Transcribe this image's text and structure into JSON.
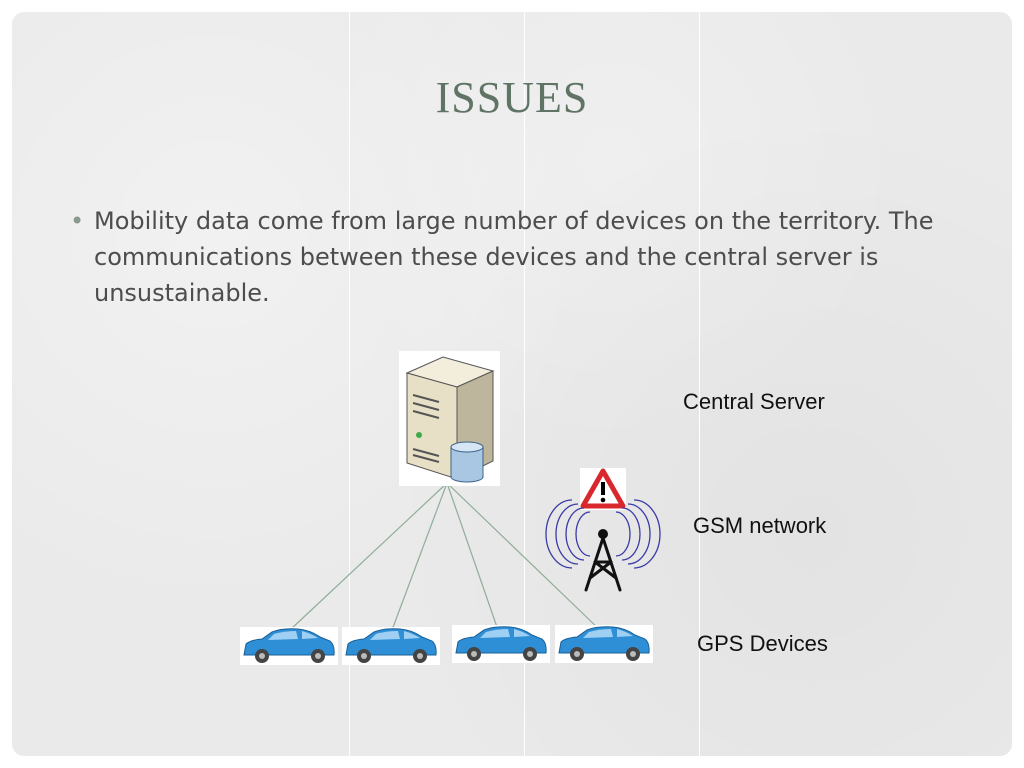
{
  "slide": {
    "title": "ISSUES",
    "bullet_text": "Mobility data come from large number of devices on the territory. The communications between these devices and the central server is unsustainable."
  },
  "diagram": {
    "labels": {
      "server": "Central Server",
      "network": "GSM network",
      "devices": "GPS Devices"
    },
    "icons": {
      "server": "server-icon",
      "tower": "gsm-tower-icon",
      "warning": "warning-icon",
      "car": "car-icon"
    },
    "car_count": 4,
    "colors": {
      "title": "#5f7464",
      "car": "#2e8fd6",
      "warning": "#d9272e",
      "signal": "#3a3aa8"
    }
  }
}
